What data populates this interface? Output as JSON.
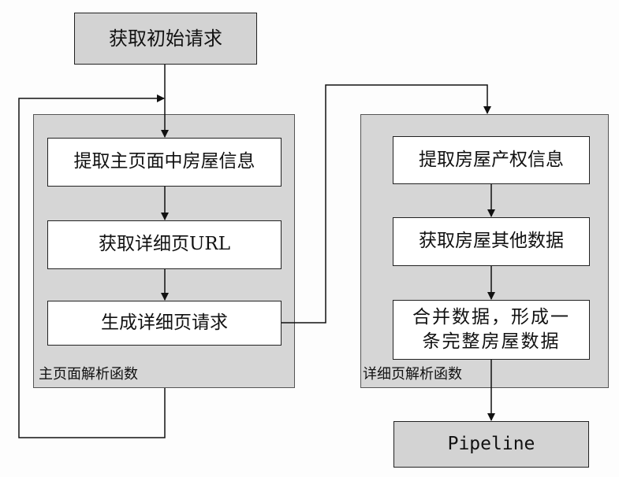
{
  "nodes": {
    "start": "获取初始请求",
    "extract_main_info": "提取主页面中房屋信息",
    "get_detail_url": "获取详细页URL",
    "gen_detail_request": "生成详细页请求",
    "extract_property_rights": "提取房屋产权信息",
    "get_other_data": "获取房屋其他数据",
    "merge_data": "合并数据，形成一条完整房屋数据",
    "pipeline": "Pipeline"
  },
  "groups": {
    "main_parse": "主页面解析函数",
    "detail_parse": "详细页解析函数"
  }
}
